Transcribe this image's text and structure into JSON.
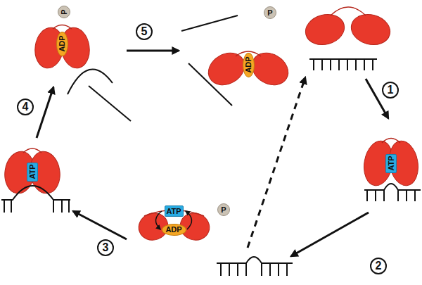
{
  "diagram": {
    "nodes": [
      {
        "text": [
          "P"
        ]
      },
      {
        "text": [
          "P"
        ]
      },
      {
        "text": [
          "ADP"
        ]
      },
      {
        "text": [
          "ADP"
        ]
      },
      {
        "text": [
          "ATP"
        ]
      },
      {
        "text": [
          "ATP"
        ]
      },
      {
        "text": [
          "P"
        ]
      },
      {
        "text": [
          "ATP"
        ]
      },
      {
        "text": [
          "ADP"
        ]
      }
    ],
    "labels": [
      "5",
      "1",
      "4",
      "3",
      "2"
    ]
  }
}
